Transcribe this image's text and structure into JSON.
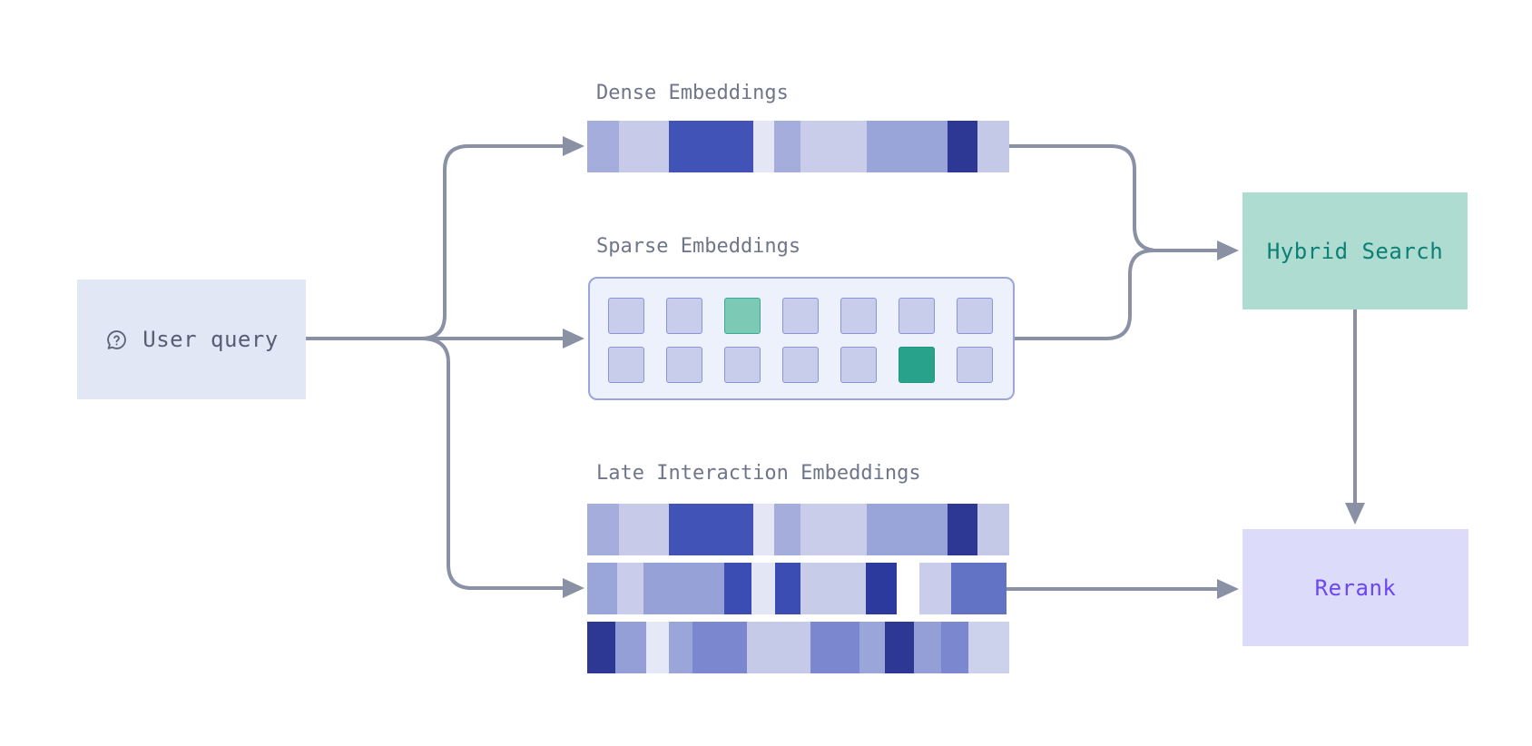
{
  "diagram": {
    "background": "#ffffff",
    "connector_color": "#8a91a4",
    "label_color": "#6f768a"
  },
  "nodes": {
    "user_query": {
      "label": "User query",
      "icon": "chat-question-icon",
      "bg": "#e2e7f5",
      "text_color": "#565e74"
    },
    "hybrid_search": {
      "label": "Hybrid Search",
      "bg": "#aedcd1",
      "text_color": "#0c8074"
    },
    "rerank": {
      "label": "Rerank",
      "bg": "#dcdbfa",
      "text_color": "#6b46f2"
    }
  },
  "sections": {
    "dense": {
      "title": "Dense Embeddings",
      "segments": [
        [
          35,
          "#a5addc"
        ],
        [
          55,
          "#c7cbe9"
        ],
        [
          93,
          "#4253b8"
        ],
        [
          23,
          "#e4e6f5"
        ],
        [
          29,
          "#a5addc"
        ],
        [
          73,
          "#c9cdea"
        ],
        [
          89,
          "#99a4d8"
        ],
        [
          33,
          "#2d3794"
        ],
        [
          35,
          "#c4c9e8"
        ]
      ]
    },
    "sparse": {
      "title": "Sparse Embeddings",
      "rows": 2,
      "cols": 7,
      "cells": [
        "default",
        "default",
        "teal-light",
        "default",
        "default",
        "default",
        "default",
        "default",
        "default",
        "default",
        "default",
        "default",
        "teal-dark",
        "default"
      ],
      "cell_colors": {
        "default": {
          "fill": "#c9cdec",
          "border": "#8a94d6"
        },
        "teal-light": {
          "fill": "#7cc9b6",
          "border": "#39ab92"
        },
        "teal-dark": {
          "fill": "#28a28b",
          "border": "#1d9680"
        }
      },
      "container": {
        "fill": "#edf1fb",
        "border": "#9ba5db"
      }
    },
    "late_interaction": {
      "title": "Late Interaction Embeddings",
      "bars": [
        [
          [
            35,
            "#a5addc"
          ],
          [
            55,
            "#c7cbe9"
          ],
          [
            93,
            "#4253b8"
          ],
          [
            23,
            "#e4e6f5"
          ],
          [
            29,
            "#a5addc"
          ],
          [
            73,
            "#c9cdea"
          ],
          [
            89,
            "#99a4d8"
          ],
          [
            33,
            "#2d3794"
          ],
          [
            35,
            "#c4c9e8"
          ]
        ],
        [
          [
            33,
            "#9aa6d9"
          ],
          [
            29,
            "#c9cdeb"
          ],
          [
            89,
            "#96a2d7"
          ],
          [
            30,
            "#3b4cb3"
          ],
          [
            26,
            "#e3e6f5"
          ],
          [
            28,
            "#3b4cb3"
          ],
          [
            72,
            "#c7cce9"
          ],
          [
            34,
            "#2c3a9d"
          ],
          [
            25,
            "#ffffff"
          ],
          [
            35,
            "#c9cdeb"
          ],
          [
            61,
            "#6272c4"
          ]
        ],
        [
          [
            31,
            "#2d3794"
          ],
          [
            34,
            "#939fd6"
          ],
          [
            25,
            "#e5e8f6"
          ],
          [
            26,
            "#9aa5da"
          ],
          [
            60,
            "#7b88cf"
          ],
          [
            70,
            "#c5cae9"
          ],
          [
            54,
            "#7b88cf"
          ],
          [
            28,
            "#9aa5da"
          ],
          [
            32,
            "#2d3794"
          ],
          [
            30,
            "#939fd6"
          ],
          [
            30,
            "#7b88cf"
          ],
          [
            45,
            "#ccd1ec"
          ]
        ]
      ]
    }
  }
}
